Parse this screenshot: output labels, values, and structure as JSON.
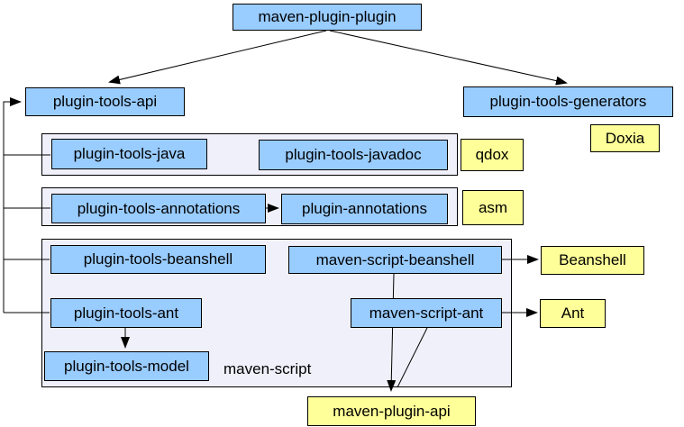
{
  "diagram": {
    "nodes": {
      "maven_plugin_plugin": {
        "label": "maven-plugin-plugin",
        "kind": "module"
      },
      "plugin_tools_api": {
        "label": "plugin-tools-api",
        "kind": "module"
      },
      "plugin_tools_generators": {
        "label": "plugin-tools-generators",
        "kind": "module"
      },
      "doxia": {
        "label": "Doxia",
        "kind": "external"
      },
      "plugin_tools_java": {
        "label": "plugin-tools-java",
        "kind": "module"
      },
      "plugin_tools_javadoc": {
        "label": "plugin-tools-javadoc",
        "kind": "module"
      },
      "qdox": {
        "label": "qdox",
        "kind": "external"
      },
      "plugin_tools_annotations": {
        "label": "plugin-tools-annotations",
        "kind": "module"
      },
      "plugin_annotations": {
        "label": "plugin-annotations",
        "kind": "module"
      },
      "asm": {
        "label": "asm",
        "kind": "external"
      },
      "plugin_tools_beanshell": {
        "label": "plugin-tools-beanshell",
        "kind": "module"
      },
      "maven_script_beanshell": {
        "label": "maven-script-beanshell",
        "kind": "module"
      },
      "beanshell": {
        "label": "Beanshell",
        "kind": "external"
      },
      "plugin_tools_ant": {
        "label": "plugin-tools-ant",
        "kind": "module"
      },
      "maven_script_ant": {
        "label": "maven-script-ant",
        "kind": "module"
      },
      "ant": {
        "label": "Ant",
        "kind": "external"
      },
      "plugin_tools_model": {
        "label": "plugin-tools-model",
        "kind": "module"
      },
      "maven_plugin_api": {
        "label": "maven-plugin-api",
        "kind": "external"
      }
    },
    "group_label": "maven-script",
    "colors": {
      "module_fill": "#99CCFF",
      "external_fill": "#FFFF99",
      "group_fill": "#F0F0FB",
      "line": "#000000"
    },
    "edges": [
      {
        "from": "maven-plugin-plugin",
        "to": "plugin-tools-api"
      },
      {
        "from": "maven-plugin-plugin",
        "to": "plugin-tools-generators"
      },
      {
        "from": "plugin-tools-java",
        "to": "plugin-tools-api"
      },
      {
        "from": "plugin-tools-annotations",
        "to": "plugin-tools-api"
      },
      {
        "from": "plugin-tools-beanshell",
        "to": "plugin-tools-api"
      },
      {
        "from": "plugin-tools-ant",
        "to": "plugin-tools-api"
      },
      {
        "from": "plugin-tools-annotations",
        "to": "plugin-annotations"
      },
      {
        "from": "maven-script-beanshell",
        "to": "Beanshell"
      },
      {
        "from": "maven-script-ant",
        "to": "Ant"
      },
      {
        "from": "plugin-tools-ant",
        "to": "plugin-tools-model"
      },
      {
        "from": "maven-script-beanshell",
        "to": "maven-plugin-api"
      },
      {
        "from": "maven-script-ant",
        "to": "maven-plugin-api"
      }
    ]
  }
}
